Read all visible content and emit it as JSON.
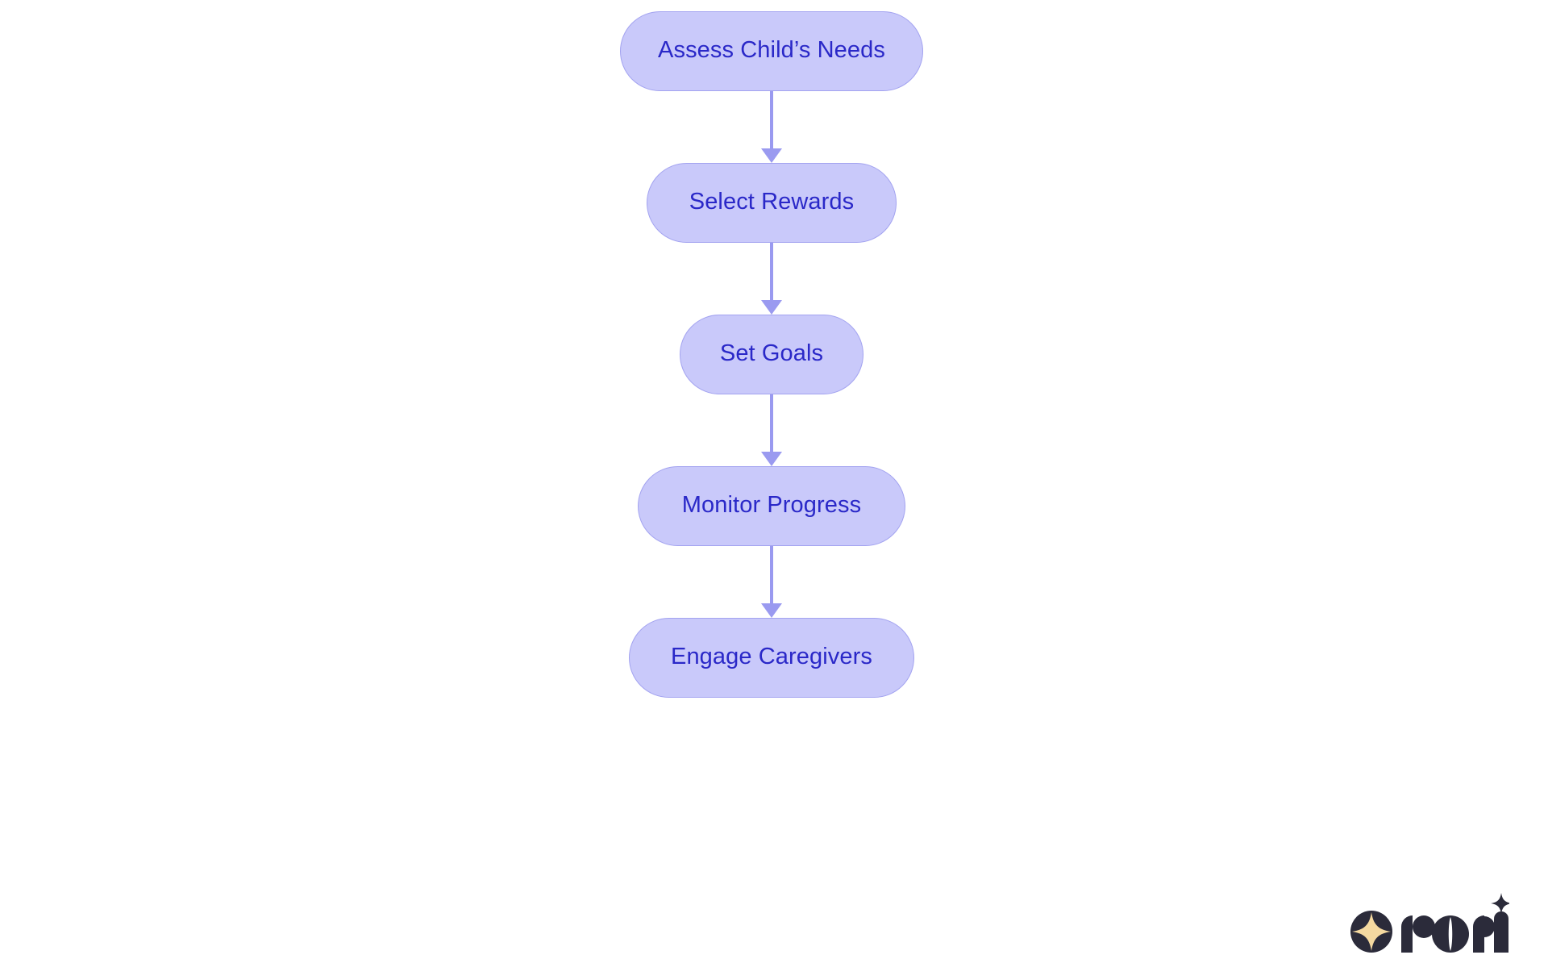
{
  "diagram": {
    "type": "flowchart",
    "orientation": "vertical-top-to-bottom",
    "background_color": "#ffffff",
    "node_fill_color": "#c9c9fa",
    "node_border_color": "#a3a3f0",
    "node_text_color": "#2a28c8",
    "connector_color": "#9a9af0",
    "nodes": [
      {
        "id": "assess-childs-needs",
        "label": "Assess Child’s Needs"
      },
      {
        "id": "select-rewards",
        "label": "Select Rewards"
      },
      {
        "id": "set-goals",
        "label": "Set Goals"
      },
      {
        "id": "monitor-progress",
        "label": "Monitor Progress"
      },
      {
        "id": "engage-caregivers",
        "label": "Engage Caregivers"
      }
    ],
    "edges": [
      {
        "from": "assess-childs-needs",
        "to": "select-rewards",
        "arrow": "down"
      },
      {
        "from": "select-rewards",
        "to": "set-goals",
        "arrow": "down"
      },
      {
        "from": "set-goals",
        "to": "monitor-progress",
        "arrow": "down"
      },
      {
        "from": "monitor-progress",
        "to": "engage-caregivers",
        "arrow": "down"
      }
    ]
  },
  "logo": {
    "wordmark": "rori",
    "mark_color": "#2b2b3a",
    "star_color": "#f5d9a0"
  }
}
